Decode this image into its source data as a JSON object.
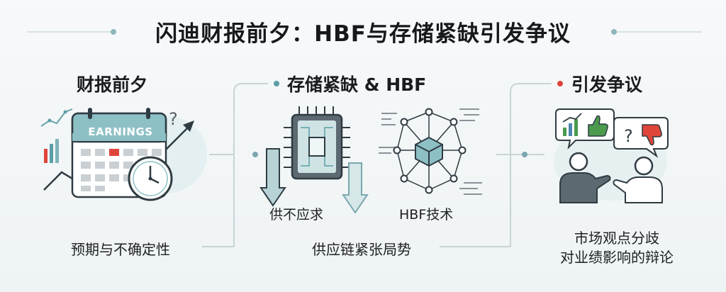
{
  "title": "闪迪财报前夕：HBF与存储紧缺引发争议",
  "sections": [
    {
      "heading": "财报前夕",
      "calendar_label": "EARNINGS",
      "caption": "预期与不确定性"
    },
    {
      "heading": "存储紧缺 & HBF",
      "label_left": "供不应求",
      "label_right": "HBF技术",
      "caption": "供应链紧张局势"
    },
    {
      "heading": "引发争议",
      "caption_line1": "市场观点分歧",
      "caption_line2": "对业绩影响的辩论"
    }
  ],
  "colors": {
    "teal": "#5c9fa6",
    "teal_light": "#cfe3e4",
    "dark": "#2f3b42",
    "accent_red": "#e0453a",
    "accent_green": "#4b9a4e",
    "accent_blue": "#4a86b0",
    "connector": "#c5d2d4"
  }
}
